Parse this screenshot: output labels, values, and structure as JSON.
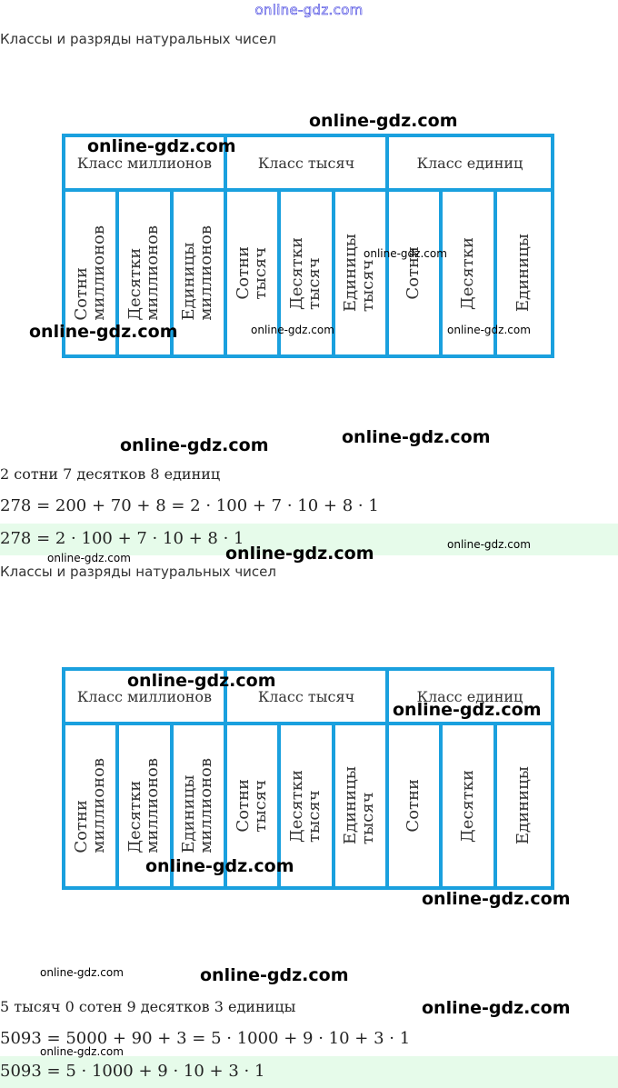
{
  "site_header": "online-gdz.com",
  "sections": [
    {
      "title": "Классы и разряды натуральных чисел",
      "table": {
        "classes": [
          "Класс миллионов",
          "Класс тысяч",
          "Класс единиц"
        ],
        "digits": [
          "Сотни\nмиллионов",
          "Десятки\nмиллионов",
          "Единицы\nмиллионов",
          "Сотни\nтысяч",
          "Десятки\nтысяч",
          "Единицы\nтысяч",
          "Сотни",
          "Десятки",
          "Единицы"
        ]
      },
      "decomposition": "2 сотни 7 десятков 8 единиц",
      "expansion": "278 = 200 + 70 + 8 = 2 · 100 + 7 · 10 + 8 · 1",
      "answer": "278 = 2 · 100 + 7 · 10 + 8 · 1"
    },
    {
      "title": "Классы и разряды натуральных чисел",
      "table": {
        "classes": [
          "Класс миллионов",
          "Класс тысяч",
          "Класс единиц"
        ],
        "digits": [
          "Сотни\nмиллионов",
          "Десятки\nмиллионов",
          "Единицы\nмиллионов",
          "Сотни\nтысяч",
          "Десятки\nтысяч",
          "Единицы\nтысяч",
          "Сотни",
          "Десятки",
          "Единицы"
        ]
      },
      "decomposition": "5 тысяч 0 сотен 9 десятков 3 единицы",
      "expansion": "5093 = 5000 + 90 + 3 = 5 · 1000 + 9 · 10 + 3 · 1",
      "answer": "5093 = 5 · 1000 + 9 · 10 + 3 · 1"
    }
  ],
  "watermark": "online-gdz.com"
}
